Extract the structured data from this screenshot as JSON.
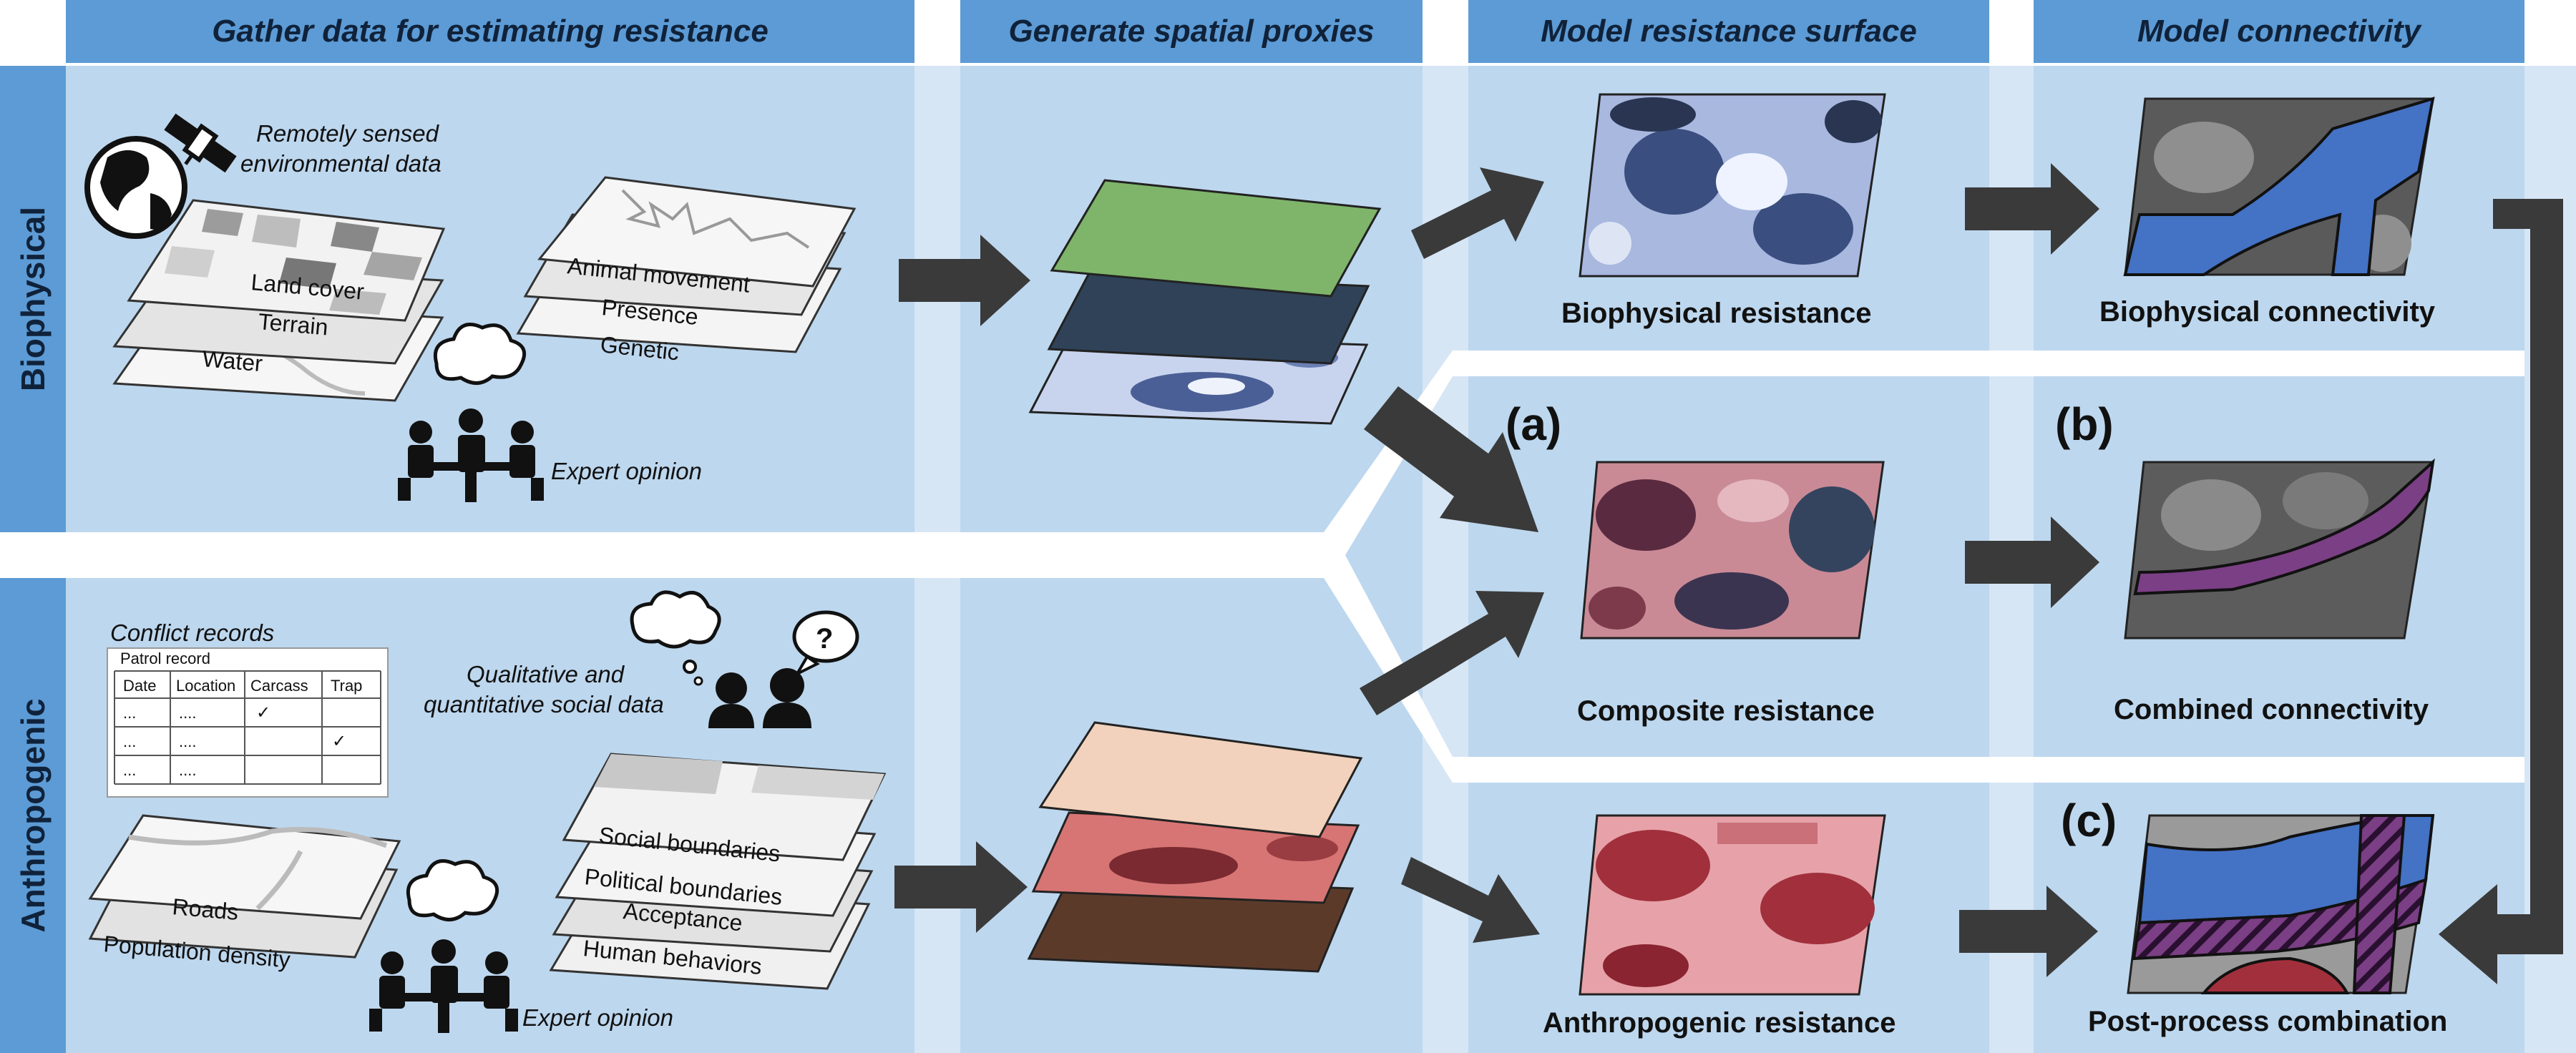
{
  "headers": {
    "gather": "Gather data for estimating resistance",
    "proxies": "Generate spatial proxies",
    "resistance": "Model resistance surface",
    "connectivity": "Model connectivity"
  },
  "rows": {
    "biophysical": "Biophysical",
    "anthropogenic": "Anthropogenic"
  },
  "bio_inputs": {
    "remote_line1": "Remotely sensed",
    "remote_line2": "environmental data",
    "land_cover": "Land cover",
    "terrain": "Terrain",
    "water": "Water",
    "animal_movement": "Animal movement",
    "presence": "Presence",
    "genetic": "Genetic",
    "expert": "Expert opinion"
  },
  "anthro_inputs": {
    "conflict": "Conflict records",
    "patrol": "Patrol record",
    "table_headers": [
      "Date",
      "Location",
      "Carcass",
      "Trap"
    ],
    "table_rows": [
      [
        "...",
        "....",
        "✓",
        ""
      ],
      [
        "...",
        "....",
        "",
        "✓"
      ],
      [
        "...",
        "....",
        "",
        ""
      ]
    ],
    "social_line1": "Qualitative and",
    "social_line2": "quantitative social data",
    "roads": "Roads",
    "population": "Population density",
    "social_boundaries": "Social boundaries",
    "political_boundaries": "Political boundaries",
    "acceptance": "Acceptance",
    "human_behaviors": "Human behaviors",
    "expert": "Expert opinion"
  },
  "outputs": {
    "bio_resistance": "Biophysical resistance",
    "composite_resistance": "Composite resistance",
    "anthro_resistance": "Anthropogenic resistance",
    "bio_connectivity": "Biophysical connectivity",
    "combined_connectivity": "Combined connectivity",
    "postprocess": "Post-process combination"
  },
  "tags": {
    "a": "(a)",
    "b": "(b)",
    "c": "(c)"
  },
  "colors": {
    "header": "#5c9bd5",
    "panel": "#bdd7ee",
    "arrow": "#3a3a3a",
    "connectivity_bio": "#4472c4",
    "connectivity_combined": "#7b3f85",
    "resistance_anthro": "#a8323e"
  }
}
